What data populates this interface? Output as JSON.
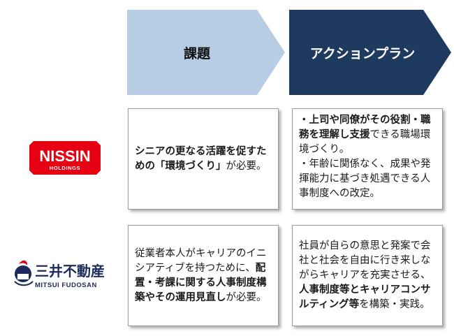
{
  "colors": {
    "issue_chevron": "#b8cce4",
    "action_chevron": "#1f3a5f",
    "nissin_red": "#e60012",
    "mitsui_navy": "#1d2a5c",
    "mitsui_red": "#e60012"
  },
  "headers": {
    "issue": "課題",
    "action": "アクションプラン"
  },
  "companies": [
    {
      "logo": {
        "icon": "nissin-holdings-logo",
        "wordmark": "NISSIN",
        "sub": "HOLDINGS"
      },
      "issue": {
        "b1": "シニアの更なる活躍を促すための「環境づくり」",
        "t1": "が必要。"
      },
      "action": {
        "p1_b": "・上司や同僚がその役割・職務を理解し支援",
        "p1_t": "できる職場環境づくり。",
        "p2_t": "・年齢に関係なく、成果や発揮能力に基づき処遇できる人事制度への改定。"
      }
    },
    {
      "logo": {
        "icon": "mitsui-fudosan-logo",
        "name_jp": "三井不動産",
        "name_en": "MITSUI FUDOSAN"
      },
      "issue": {
        "t1": "従業者本人がキャリアのイニシアティブを持つために、",
        "b1": "配置・考課に関する人事制度構築やその運用見直し",
        "t2": "が必要。"
      },
      "action": {
        "t1": "社員が自らの意思と発案で会社と社会を自由に行き来しながらキャリアを充実させる、",
        "b1": "人事制度等とキャリアコンサルティング等",
        "t2": "を構築・実践。"
      }
    }
  ]
}
